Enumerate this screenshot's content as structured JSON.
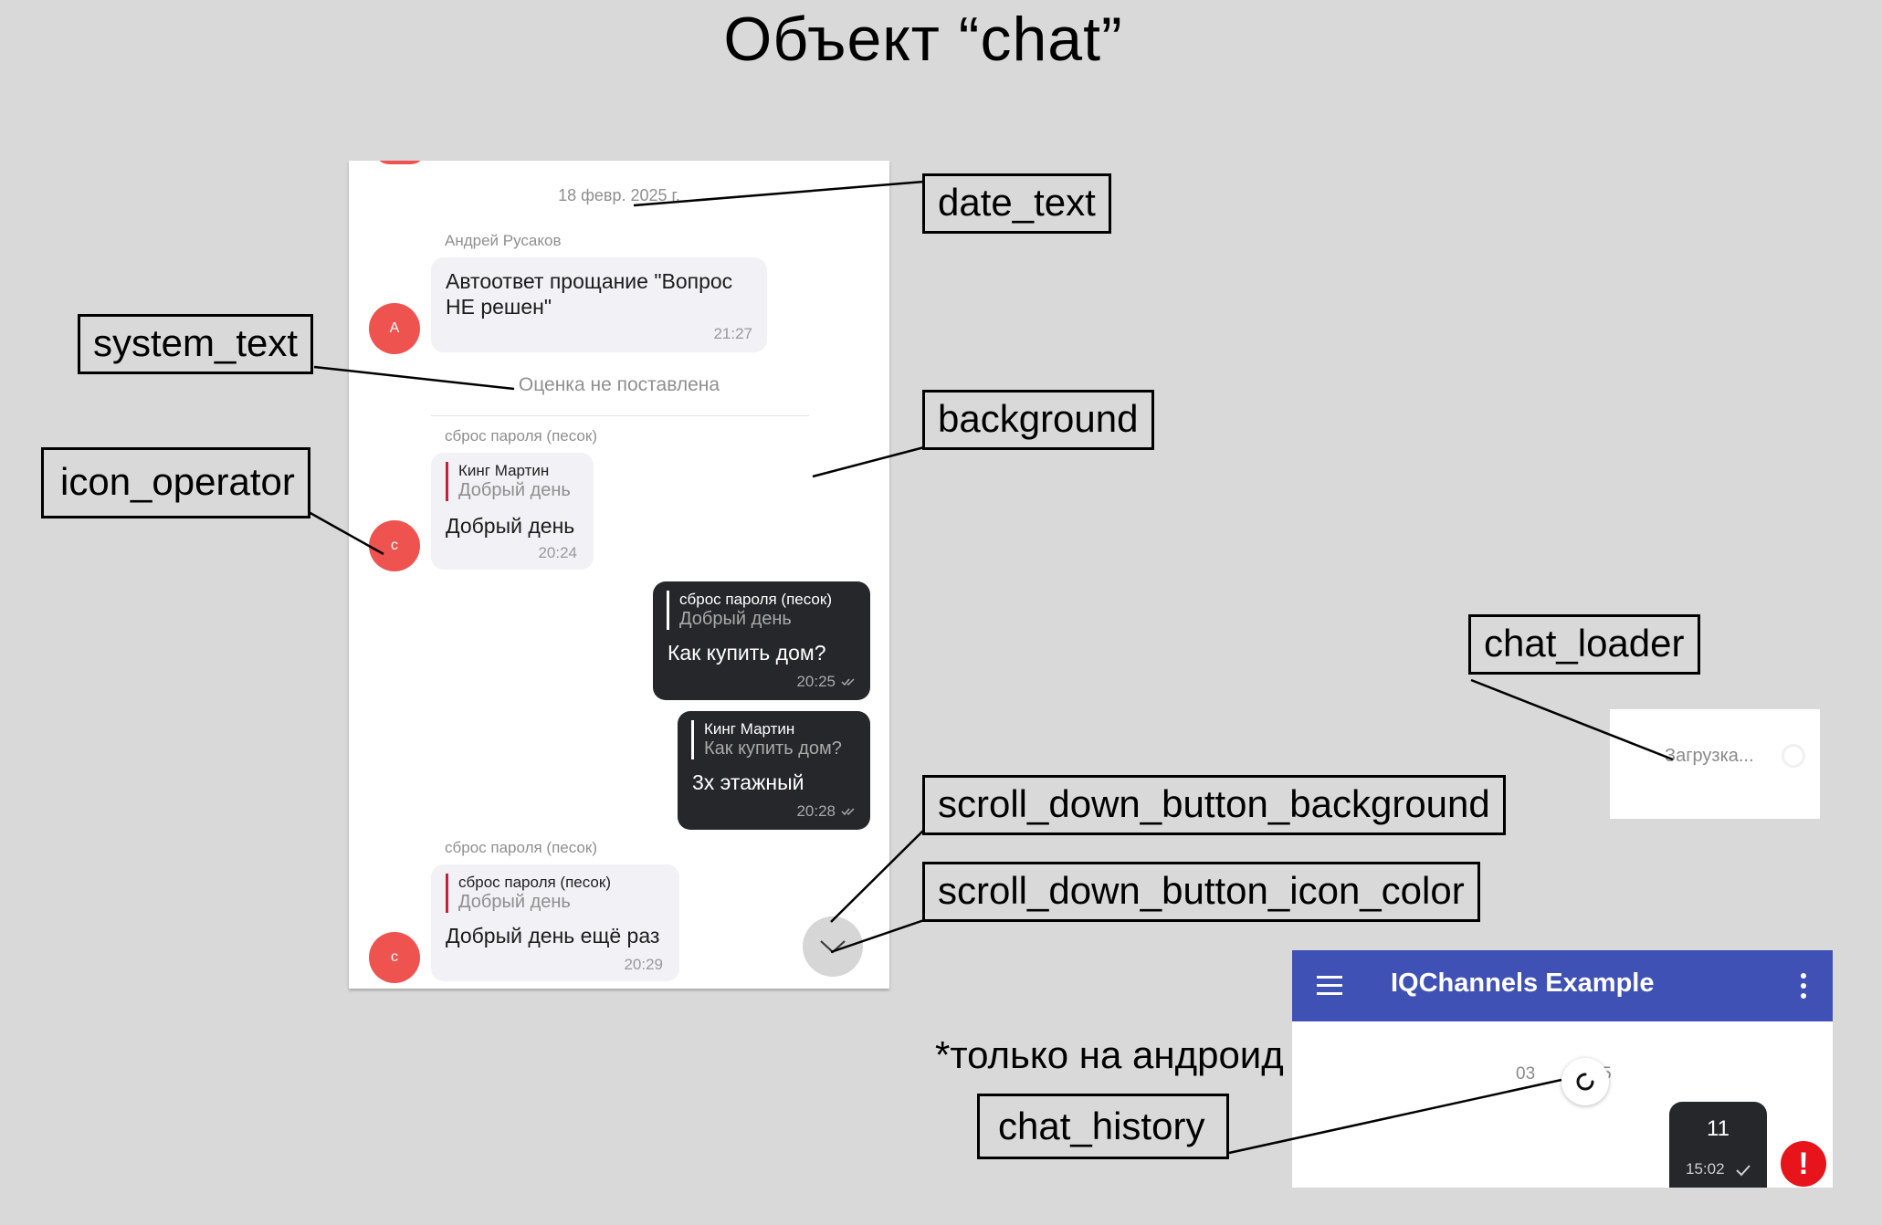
{
  "title": "Объект “chat”",
  "labels": {
    "date_text": "date_text",
    "system_text": "system_text",
    "icon_operator": "icon_operator",
    "background": "background",
    "chat_loader": "chat_loader",
    "scroll_down_button_background": "scroll_down_button_background",
    "scroll_down_button_icon_color": "scroll_down_button_icon_color",
    "chat_history": "chat_history"
  },
  "note": "*только на андроид",
  "chat": {
    "date": "18 февр. 2025 г.",
    "messages": [
      {
        "sender": "Андрей Русаков",
        "avatar": "А",
        "text": "Автоответ прощание \"Вопрос НЕ решен\"",
        "time": "21:27"
      },
      {
        "sender": "сброс пароля (песок)",
        "avatar": "с",
        "reply_author": "Кинг Мартин",
        "reply_text": "Добрый день",
        "text": "Добрый день",
        "time": "20:24"
      },
      {
        "reply_author": "сброс пароля (песок)",
        "reply_text": "Добрый день",
        "text": "Как купить дом?",
        "time": "20:25"
      },
      {
        "reply_author": "Кинг Мартин",
        "reply_text": "Как купить дом?",
        "text": "3х этажный",
        "time": "20:28"
      },
      {
        "sender": "сброс пароля (песок)",
        "avatar": "с",
        "reply_author": "сброс пароля (песок)",
        "reply_text": "Добрый день",
        "text": "Добрый день ещё раз",
        "time": "20:29"
      }
    ],
    "system_text": "Оценка не поставлена"
  },
  "loader": {
    "text": "Загрузка..."
  },
  "android": {
    "app_title": "IQChannels Example",
    "date_left": "03",
    "date_right": "025",
    "bubble_text": "11",
    "bubble_time": "15:02",
    "error_mark": "!"
  },
  "colors": {
    "page_bg": "#d9d9d9",
    "avatar": "#ef5350",
    "bubble_out": "#25272b",
    "bubble_in": "#f1f1f6",
    "appbar": "#3f51b5",
    "error": "#e8141b"
  }
}
